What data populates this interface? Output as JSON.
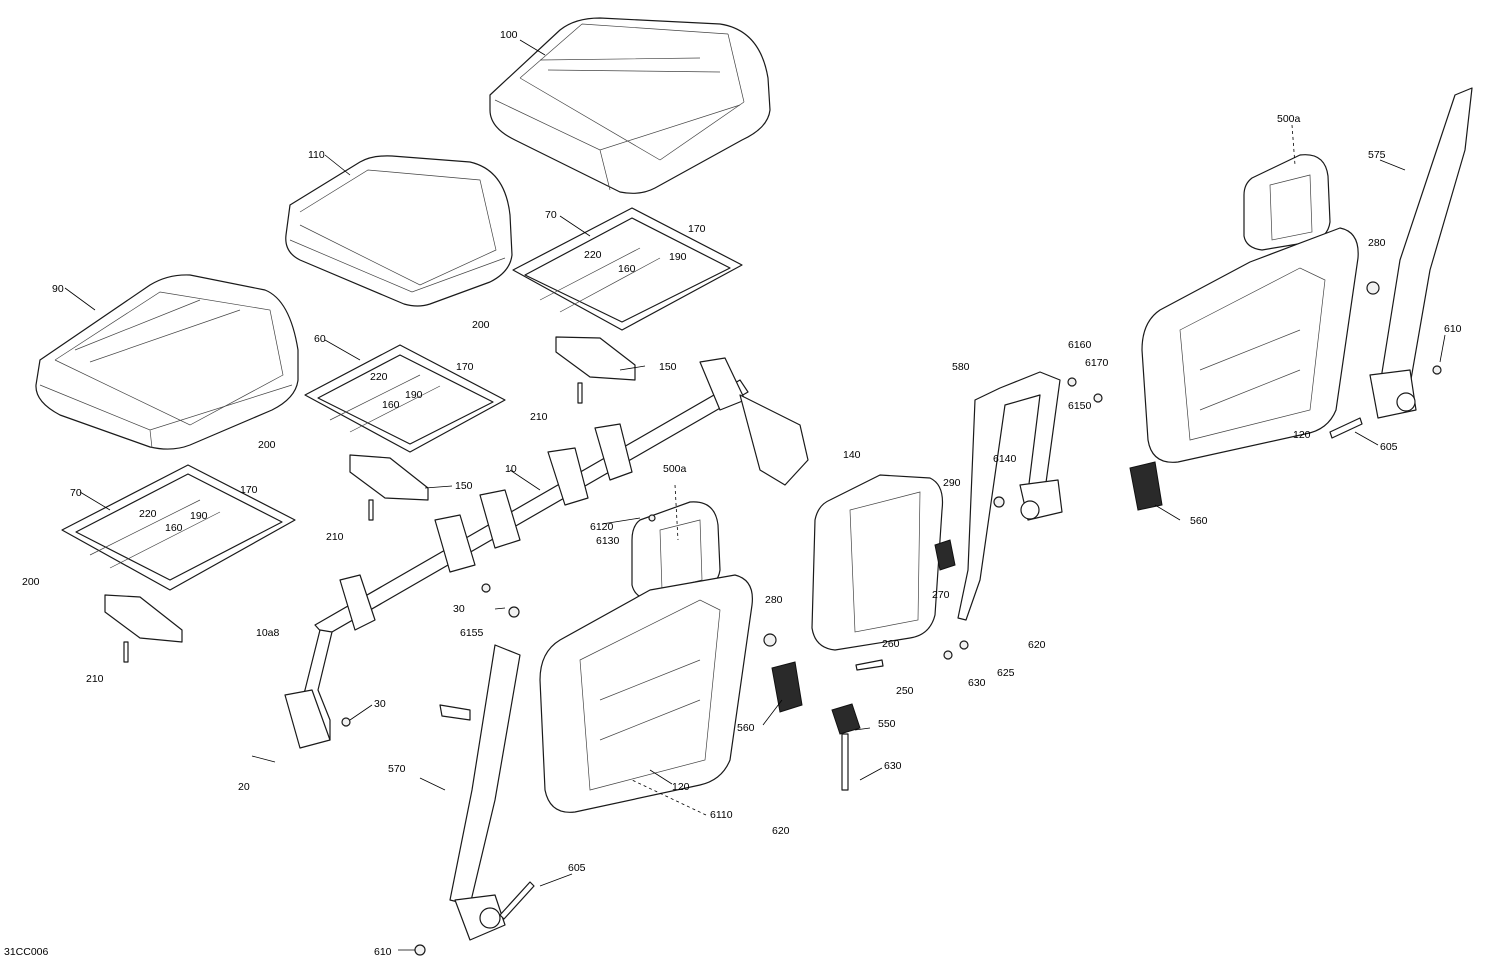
{
  "diagram": {
    "code": "31CC006",
    "labels": [
      "100",
      "110",
      "90",
      "70",
      "170",
      "220",
      "190",
      "160",
      "200",
      "60",
      "170",
      "220",
      "190",
      "160",
      "150",
      "200",
      "210",
      "10",
      "150",
      "70",
      "170",
      "220",
      "190",
      "160",
      "200",
      "210",
      "6120",
      "6130",
      "500a",
      "30",
      "6155",
      "10a8",
      "30",
      "20",
      "570",
      "605",
      "610",
      "6110",
      "120",
      "280",
      "560",
      "550",
      "630",
      "620",
      "140",
      "290",
      "270",
      "260",
      "250",
      "580",
      "6160",
      "6170",
      "6150",
      "6140",
      "620",
      "625",
      "630",
      "500a",
      "575",
      "280",
      "610",
      "605",
      "120",
      "560",
      "210"
    ]
  },
  "colors": {
    "line": "#1a1a1a",
    "background": "#ffffff",
    "fill_dark": "#2a2a2a",
    "fill_light": "#f2f2f2"
  }
}
